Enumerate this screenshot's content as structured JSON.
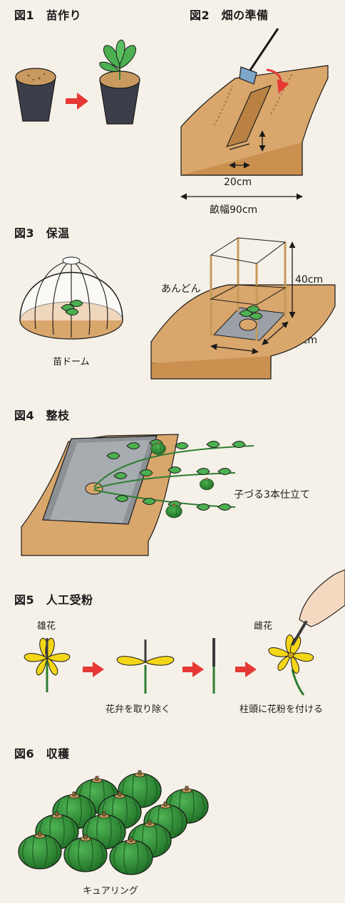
{
  "fig1": {
    "title": "図1　苗作り"
  },
  "fig2": {
    "title": "図2　畑の準備",
    "depth": "20cm",
    "width": "20cm",
    "bed": "畝幅90cm"
  },
  "fig3": {
    "title": "図3　保温",
    "dome": "苗ドーム",
    "andon": "あんどん",
    "height": "40cm",
    "side": "30cm",
    "bottom": "30cm"
  },
  "fig4": {
    "title": "図4　整枝",
    "training": "子づる3本仕立て"
  },
  "fig5": {
    "title": "図5　人工受粉",
    "male": "雄花",
    "female": "雌花",
    "step_remove": "花弁を取り除く",
    "step_apply": "柱頭に花粉を付ける"
  },
  "fig6": {
    "title": "図6　収穫",
    "curing": "キュアリング"
  },
  "colors": {
    "soil": "#d9a66c",
    "soil_dark": "#b98243",
    "pot": "#3c3f4a",
    "leaf": "#4caf50",
    "pumpkin": "#2f8b35",
    "flower": "#f4d619",
    "arrow": "#e53935",
    "background": "#f6f1e8"
  }
}
